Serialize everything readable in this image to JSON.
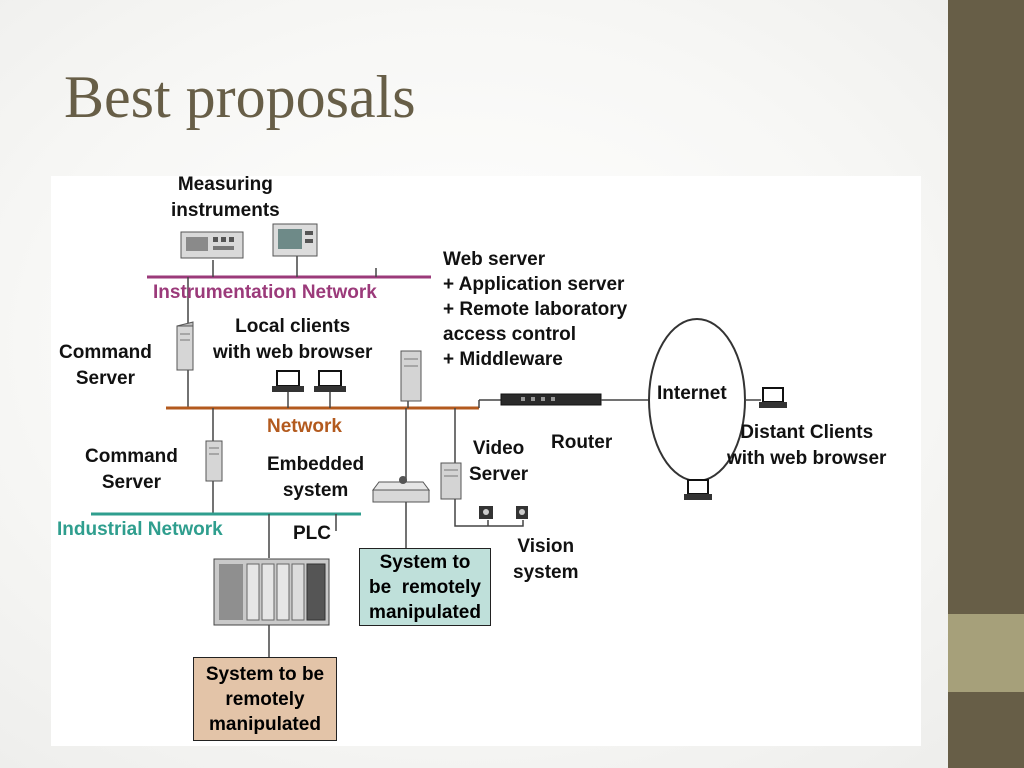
{
  "slide": {
    "title": "Best proposals"
  },
  "colors": {
    "title_text": "#675e47",
    "side_bar": "#675e47",
    "side_bar_accent": "#a6a07a",
    "instrumentation_network": "#9b3a7a",
    "main_network": "#b35a1e",
    "industrial_network": "#2f9e8e",
    "box_system_teal": "#bfe0da",
    "box_system_tan": "#e3c4a8"
  },
  "diagram": {
    "labels": {
      "measuring_instruments": "Measuring\ninstruments",
      "instrumentation_network": "Instrumentation Network",
      "command_server_top": "Command\nServer",
      "local_clients": "Local clients\nwith web browser",
      "web_server": "Web server\n+ Application server\n+ Remote laboratory\naccess control\n+ Middleware",
      "internet": "Internet",
      "network": "Network",
      "router": "Router",
      "distant_clients": "Distant Clients\nwith web browser",
      "command_server_bottom": "Command\nServer",
      "embedded_system": "Embedded\nsystem",
      "video_server": "Video\nServer",
      "industrial_network": "Industrial Network",
      "plc": "PLC",
      "vision_system": "Vision\nsystem"
    },
    "boxes": {
      "system_middle": "System to\nbe  remotely\nmanipulated",
      "system_bottom": "System to be\nremotely\nmanipulated"
    }
  }
}
